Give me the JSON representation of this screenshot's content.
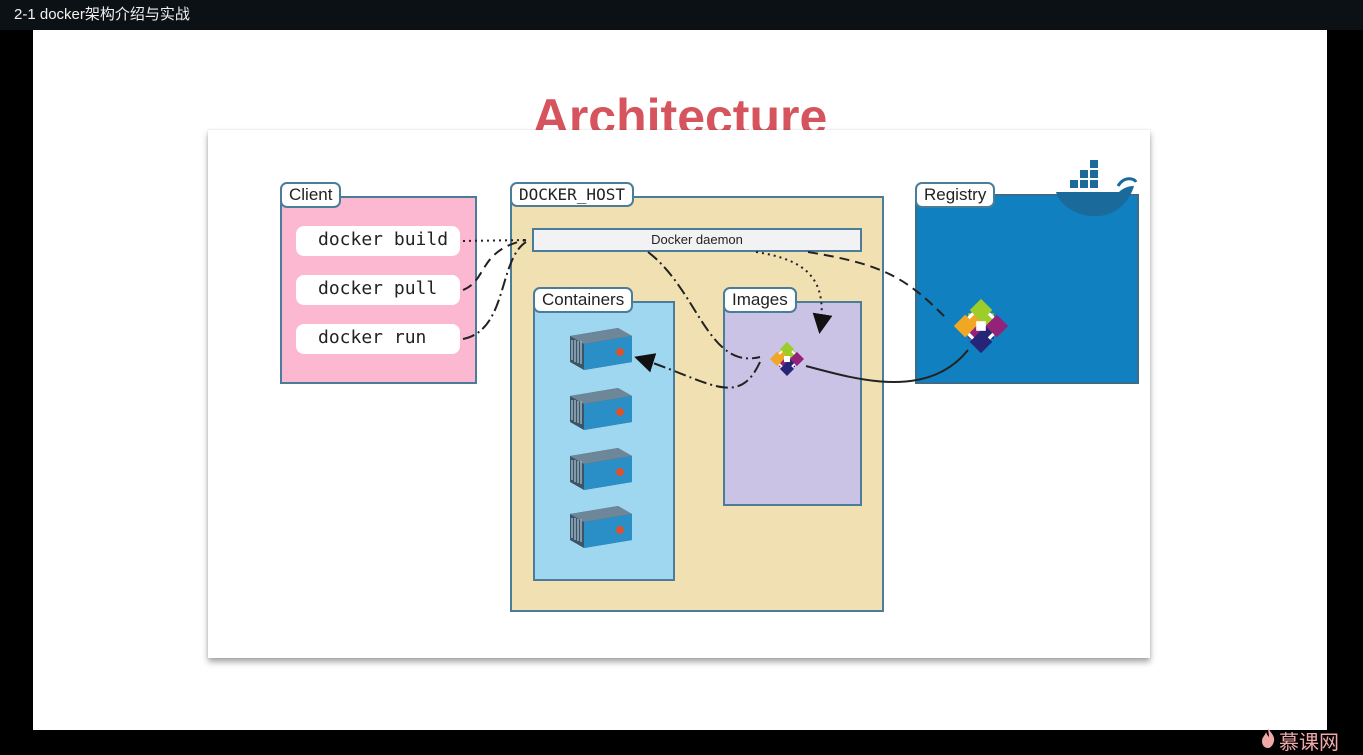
{
  "window": {
    "title": "2-1 docker架构介绍与实战"
  },
  "slide": {
    "title": "Architecture",
    "client": {
      "label": "Client",
      "commands": [
        "docker build",
        "docker pull",
        "docker run"
      ]
    },
    "docker_host": {
      "label": "DOCKER_HOST",
      "daemon": "Docker daemon",
      "containers_label": "Containers",
      "images_label": "Images"
    },
    "registry": {
      "label": "Registry"
    }
  },
  "watermark": {
    "text": "慕课网"
  },
  "colors": {
    "title": "#d6545d",
    "client_bg": "#fbb8d0",
    "host_bg": "#f1e1b2",
    "registry_bg": "#1180c0",
    "containers_bg": "#9ed7ef",
    "images_bg": "#cbc3e6"
  },
  "icons": [
    "docker-whale-icon",
    "centos-logo-icon",
    "container-icon"
  ]
}
